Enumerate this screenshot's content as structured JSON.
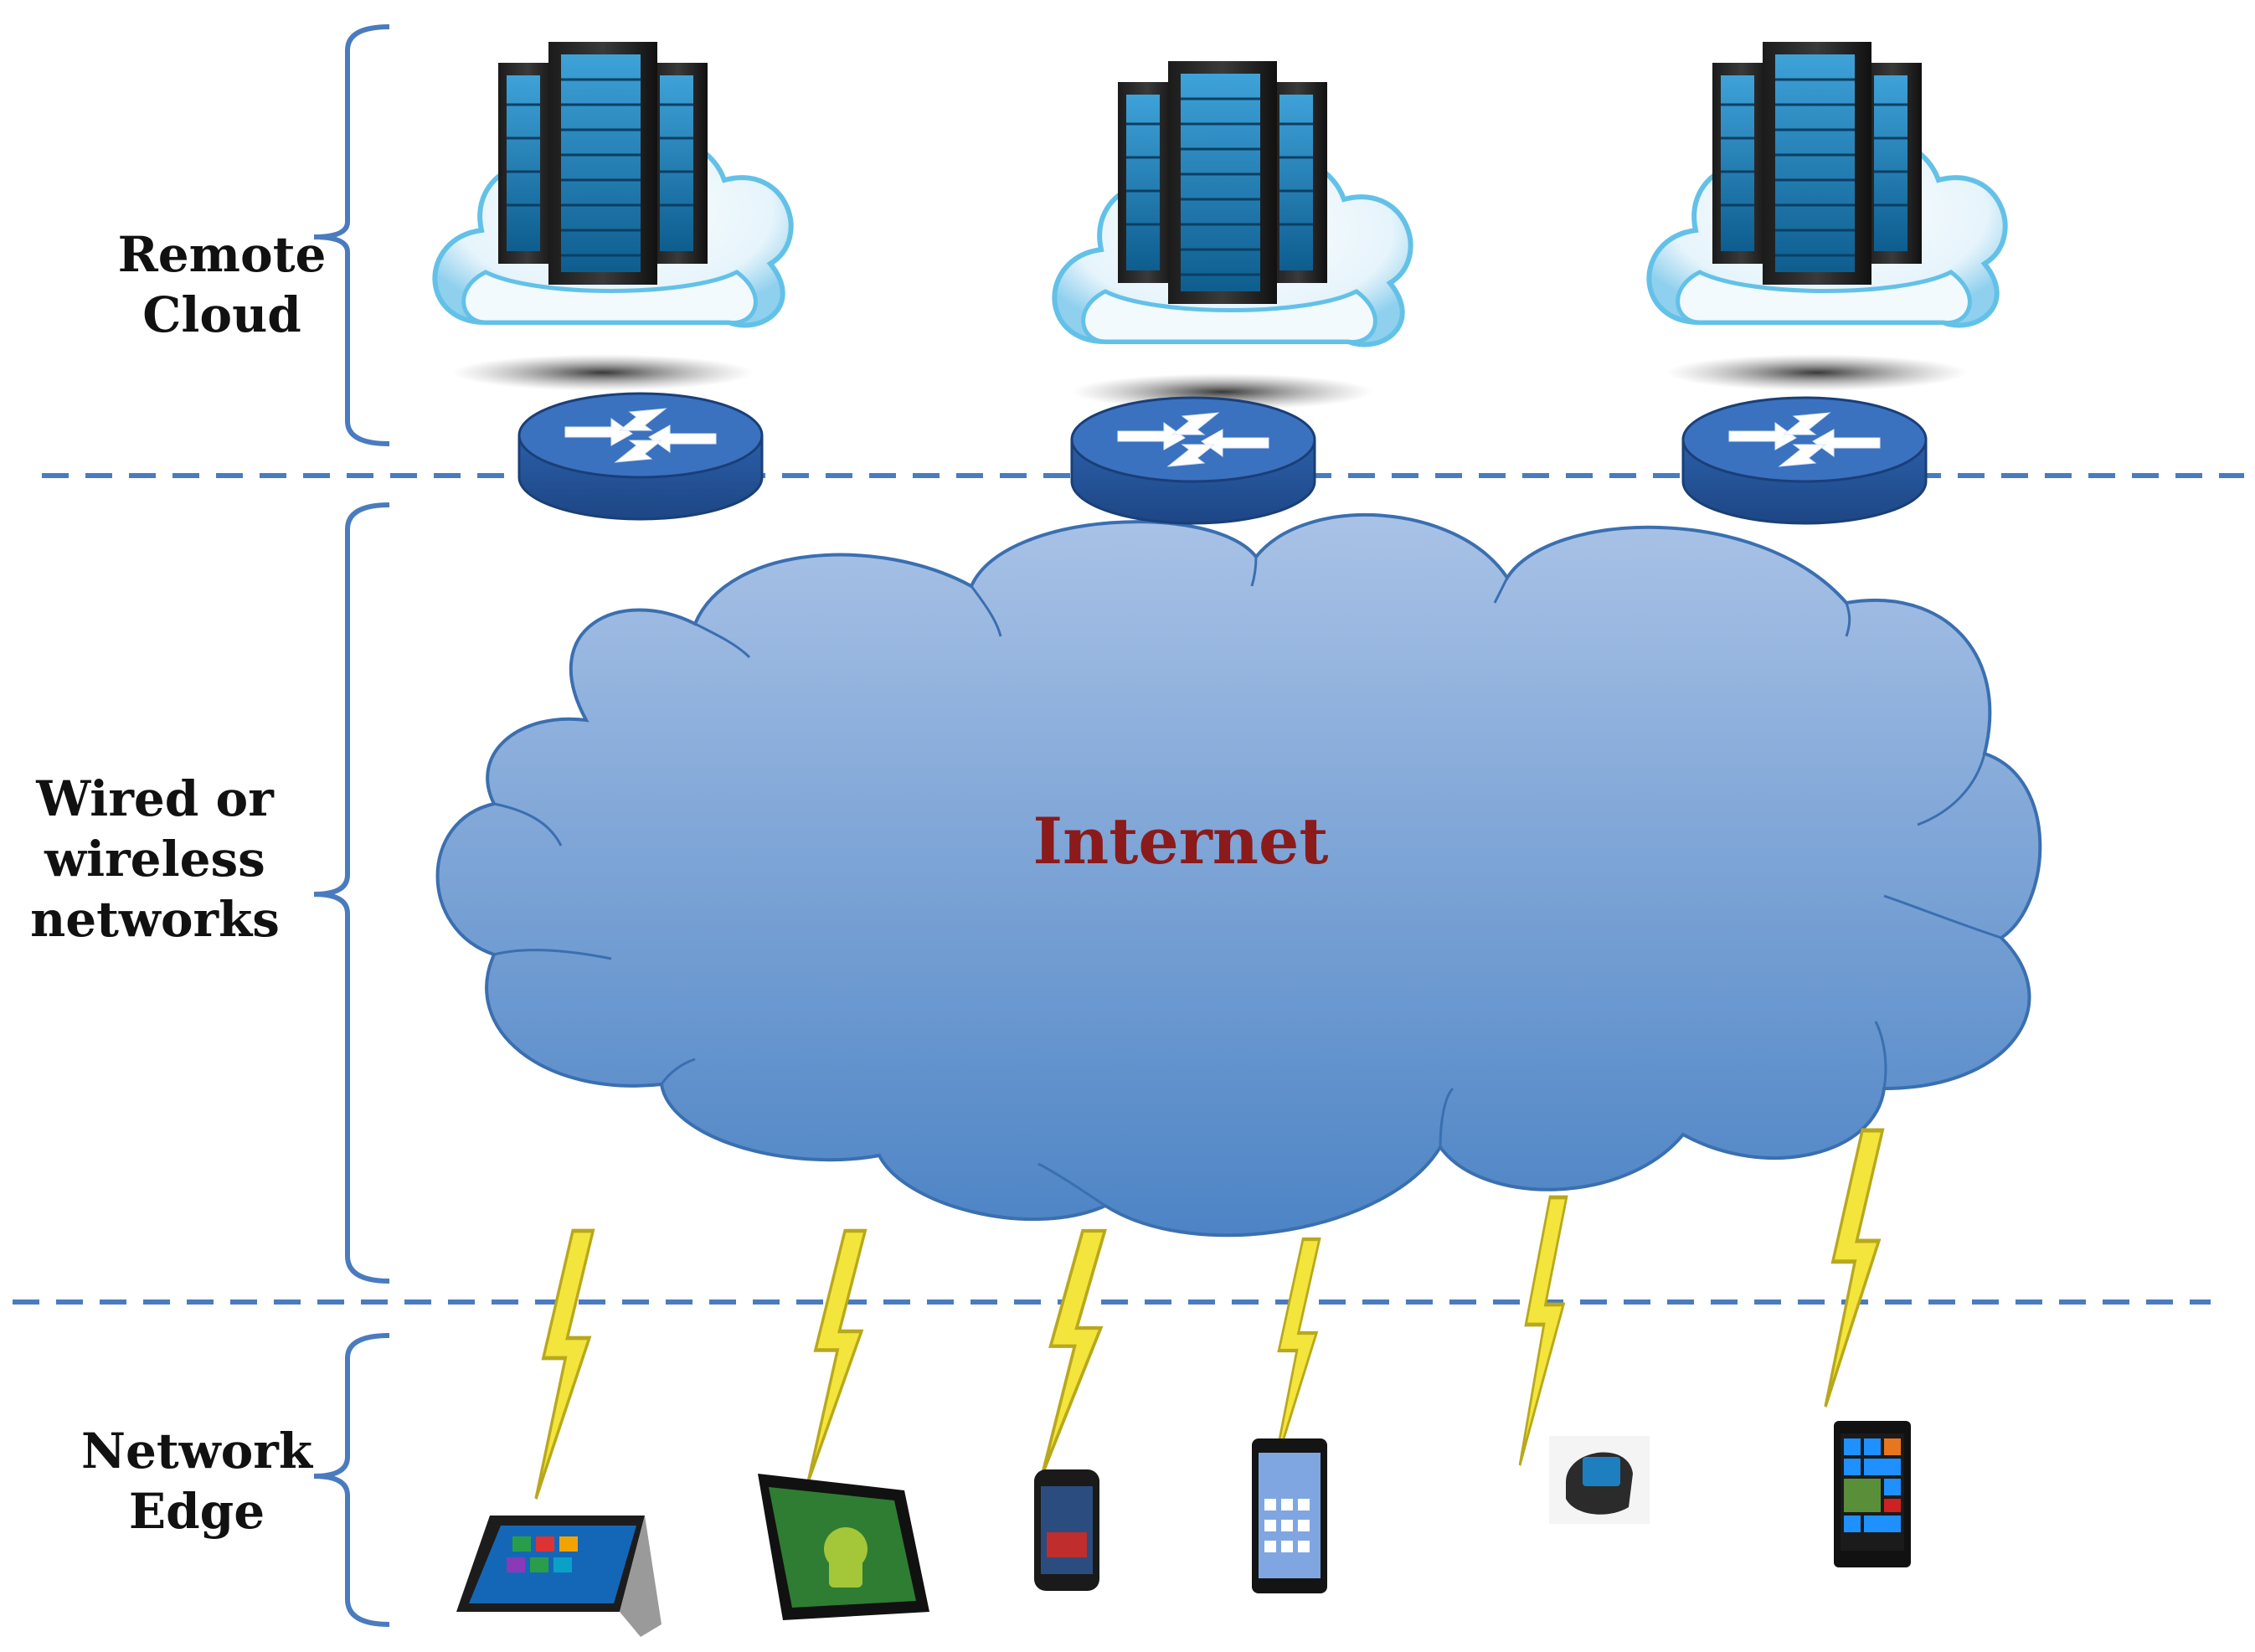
{
  "tiers": {
    "remote_cloud": {
      "lines": [
        "Remote",
        "Cloud"
      ]
    },
    "networks": {
      "lines": [
        "Wired or",
        "wireless",
        "networks"
      ]
    },
    "edge": {
      "lines": [
        "Network",
        "Edge"
      ]
    }
  },
  "internet": {
    "label": "Internet"
  },
  "colors": {
    "dashed_line": "#4a7bbf",
    "bracket": "#4a7bbf",
    "cloud_fill_top": "#a7c0e5",
    "cloud_fill_bottom": "#4f86c6",
    "cloud_stroke": "#3a6fb0",
    "router": "#2e66b3",
    "lightning": "#f2e23a",
    "internet_text": "#8b1a1a"
  },
  "nodes": {
    "server_clouds": [
      "server-cloud-1",
      "server-cloud-2",
      "server-cloud-3"
    ],
    "routers": [
      "router-1",
      "router-2",
      "router-3"
    ],
    "devices": [
      "tablet-windows",
      "tablet-android",
      "phone-moto",
      "phone-android",
      "smartwatch",
      "phone-windows"
    ]
  }
}
